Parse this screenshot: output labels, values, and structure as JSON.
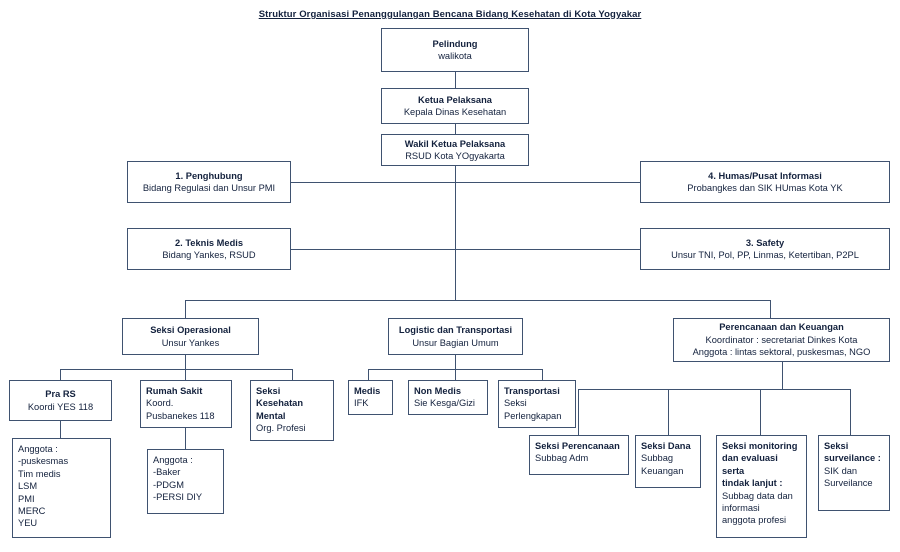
{
  "title": "Struktur Organisasi Penanggulangan Bencana Bidang Kesehatan di Kota Yogyakar",
  "theme": {
    "border_color": "#3f5270",
    "text_color": "#13213d",
    "background": "#ffffff"
  },
  "chart_data": {
    "type": "diagram",
    "title": "Struktur Organisasi Penanggulangan Bencana Bidang Kesehatan di Kota Yogyakar",
    "nodes": {
      "pelindung": {
        "line1": "Pelindung",
        "line2": "walikota"
      },
      "ketua": {
        "line1": "Ketua Pelaksana",
        "line2": "Kepala Dinas Kesehatan"
      },
      "wakil": {
        "line1": "Wakil Ketua Pelaksana",
        "line2": "RSUD Kota YOgyakarta"
      },
      "penghubung": {
        "line1": "1.   Penghubung",
        "line2": "Bidang Regulasi dan Unsur PMI"
      },
      "humas": {
        "line1": "4. Humas/Pusat Informasi",
        "line2": "Probangkes dan SIK HUmas Kota YK"
      },
      "teknis": {
        "line1": "2. Teknis Medis",
        "line2": "Bidang Yankes, RSUD"
      },
      "safety": {
        "line1": "3. Safety",
        "line2": "Unsur TNI, Pol, PP, Linmas, Ketertiban, P2PL"
      },
      "operasional": {
        "line1": "Seksi Operasional",
        "line2": "Unsur Yankes"
      },
      "logistic": {
        "line1": "Logistic dan Transportasi",
        "line2": "Unsur Bagian Umum"
      },
      "perencanaan_keuangan": {
        "line1": "Perencanaan dan Keuangan",
        "line2": "Koordinator : secretariat Dinkes Kota",
        "line3": "Anggota : lintas sektoral, puskesmas, NGO"
      },
      "pra_rs": {
        "line1": "Pra RS",
        "line2": "Koordi YES 118"
      },
      "rumah_sakit": {
        "line1": "Rumah Sakit",
        "line2": "Koord.",
        "line3": "Pusbanekes 118"
      },
      "kesehatan_mental": {
        "line1": "Seksi",
        "line2": "Kesehatan",
        "line3": "Mental",
        "line4": "Org. Profesi"
      },
      "medis": {
        "line1": "Medis",
        "line2": "IFK"
      },
      "non_medis": {
        "line1": "Non Medis",
        "line2": "Sie Kesga/Gizi"
      },
      "transportasi": {
        "line1": "Transportasi",
        "line2": "Seksi",
        "line3": "Perlengkapan"
      },
      "anggota_pra_rs": {
        "line1": "Anggota :",
        "line2": "-puskesmas",
        "line3": "Tim medis",
        "line4": "LSM",
        "line5": "PMI",
        "line6": "MERC",
        "line7": "YEU"
      },
      "anggota_rs": {
        "line1": "Anggota :",
        "line2": "-Baker",
        "line3": "-PDGM",
        "line4": "-PERSI DIY"
      },
      "seksi_perencanaan": {
        "line1": "Seksi Perencanaan",
        "line2": "Subbag Adm"
      },
      "seksi_dana": {
        "line1": "Seksi Dana",
        "line2": "Subbag",
        "line3": "Keuangan"
      },
      "seksi_monitoring": {
        "line1": "Seksi monitoring",
        "line2": "dan evaluasi serta",
        "line3": "tindak lanjut :",
        "line4": "Subbag data dan",
        "line5": "informasi",
        "line6": "anggota profesi"
      },
      "seksi_surveilance": {
        "line1": "Seksi",
        "line2": "surveilance :",
        "line3": "SIK dan",
        "line4": "Surveilance"
      }
    },
    "edges": [
      [
        "pelindung",
        "ketua"
      ],
      [
        "ketua",
        "wakil"
      ],
      [
        "wakil",
        "penghubung"
      ],
      [
        "wakil",
        "humas"
      ],
      [
        "wakil",
        "teknis"
      ],
      [
        "wakil",
        "safety"
      ],
      [
        "wakil",
        "operasional"
      ],
      [
        "wakil",
        "logistic"
      ],
      [
        "wakil",
        "perencanaan_keuangan"
      ],
      [
        "operasional",
        "pra_rs"
      ],
      [
        "operasional",
        "rumah_sakit"
      ],
      [
        "operasional",
        "kesehatan_mental"
      ],
      [
        "logistic",
        "medis"
      ],
      [
        "logistic",
        "non_medis"
      ],
      [
        "logistic",
        "transportasi"
      ],
      [
        "pra_rs",
        "anggota_pra_rs"
      ],
      [
        "rumah_sakit",
        "anggota_rs"
      ],
      [
        "perencanaan_keuangan",
        "seksi_perencanaan"
      ],
      [
        "perencanaan_keuangan",
        "seksi_dana"
      ],
      [
        "perencanaan_keuangan",
        "seksi_monitoring"
      ],
      [
        "perencanaan_keuangan",
        "seksi_surveilance"
      ]
    ]
  }
}
